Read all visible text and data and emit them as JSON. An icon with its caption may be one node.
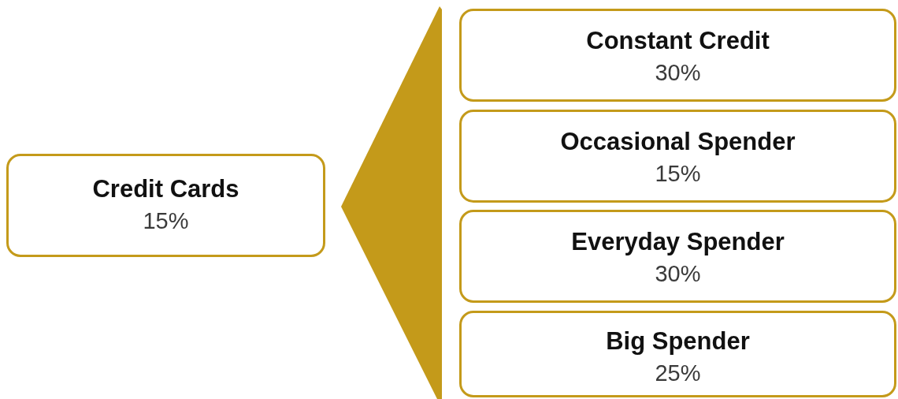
{
  "diagram": {
    "nodes": [
      {
        "text": [
          "Credit Cards",
          "15%"
        ]
      },
      {
        "text": [],
        "shape": "triangle"
      },
      {
        "text": [
          "Constant Credit",
          "30%"
        ]
      },
      {
        "text": [
          "Occasional Spender",
          "15%"
        ]
      },
      {
        "text": [
          "Everyday Spender",
          "30%"
        ]
      },
      {
        "text": [
          "Big Spender",
          "25%"
        ]
      }
    ]
  }
}
